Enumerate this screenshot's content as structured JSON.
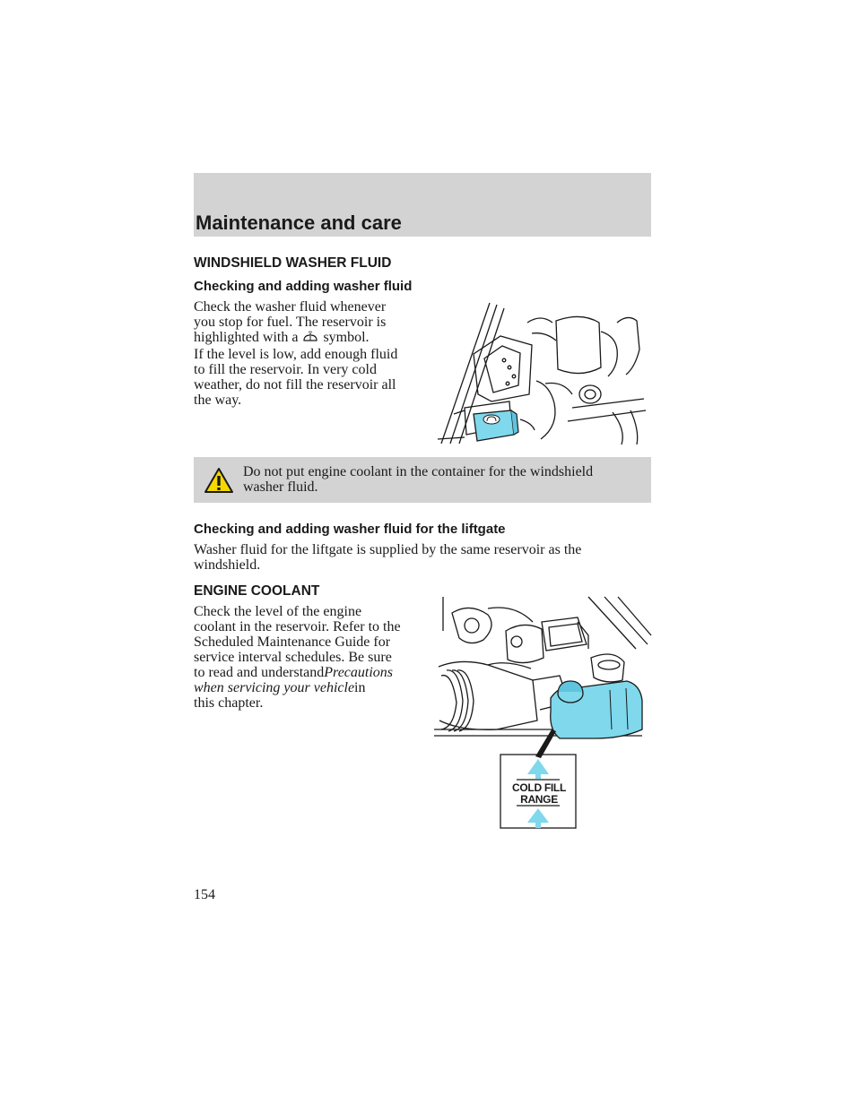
{
  "header": {
    "title": "Maintenance and care"
  },
  "washer": {
    "heading": "WINDSHIELD WASHER FLUID",
    "subheading": "Checking and adding washer fluid",
    "p1_line1": "Check the washer fluid whenever",
    "p1_line2": "you stop for fuel. The reservoir is",
    "p1_line3a": "highlighted with a",
    "p1_line3b": "symbol.",
    "p2_lines": [
      "If the level is low, add enough fluid",
      "to fill the reservoir. In very cold",
      "weather, do not fill the reservoir all",
      "the way."
    ],
    "symbol_icon": "washer-symbol-icon"
  },
  "warning": {
    "icon": "warning-triangle-icon",
    "line1": "Do not put engine coolant in the container for the windshield",
    "line2": "washer fluid."
  },
  "liftgate": {
    "subheading": "Checking and adding washer fluid for the liftgate",
    "line1": "Washer fluid for the liftgate is supplied by the same reservoir as the",
    "line2": "windshield."
  },
  "coolant": {
    "heading": "ENGINE COOLANT",
    "line1": "Check the level of the engine",
    "line2": "coolant in the reservoir. Refer to the",
    "line3": "Scheduled Maintenance Guide for",
    "line4": "service interval schedules. Be sure",
    "line5a": "to read and understand",
    "line5b": "Precautions",
    "line6a": "when servicing your vehicle",
    "line6b": "in",
    "line7": "this chapter.",
    "fig_label_1": "COLD FILL",
    "fig_label_2": "RANGE"
  },
  "colors": {
    "band": "#d3d3d3",
    "highlight": "#7fd8ec",
    "warning_yellow": "#f5d800"
  },
  "page": {
    "number": "154"
  }
}
